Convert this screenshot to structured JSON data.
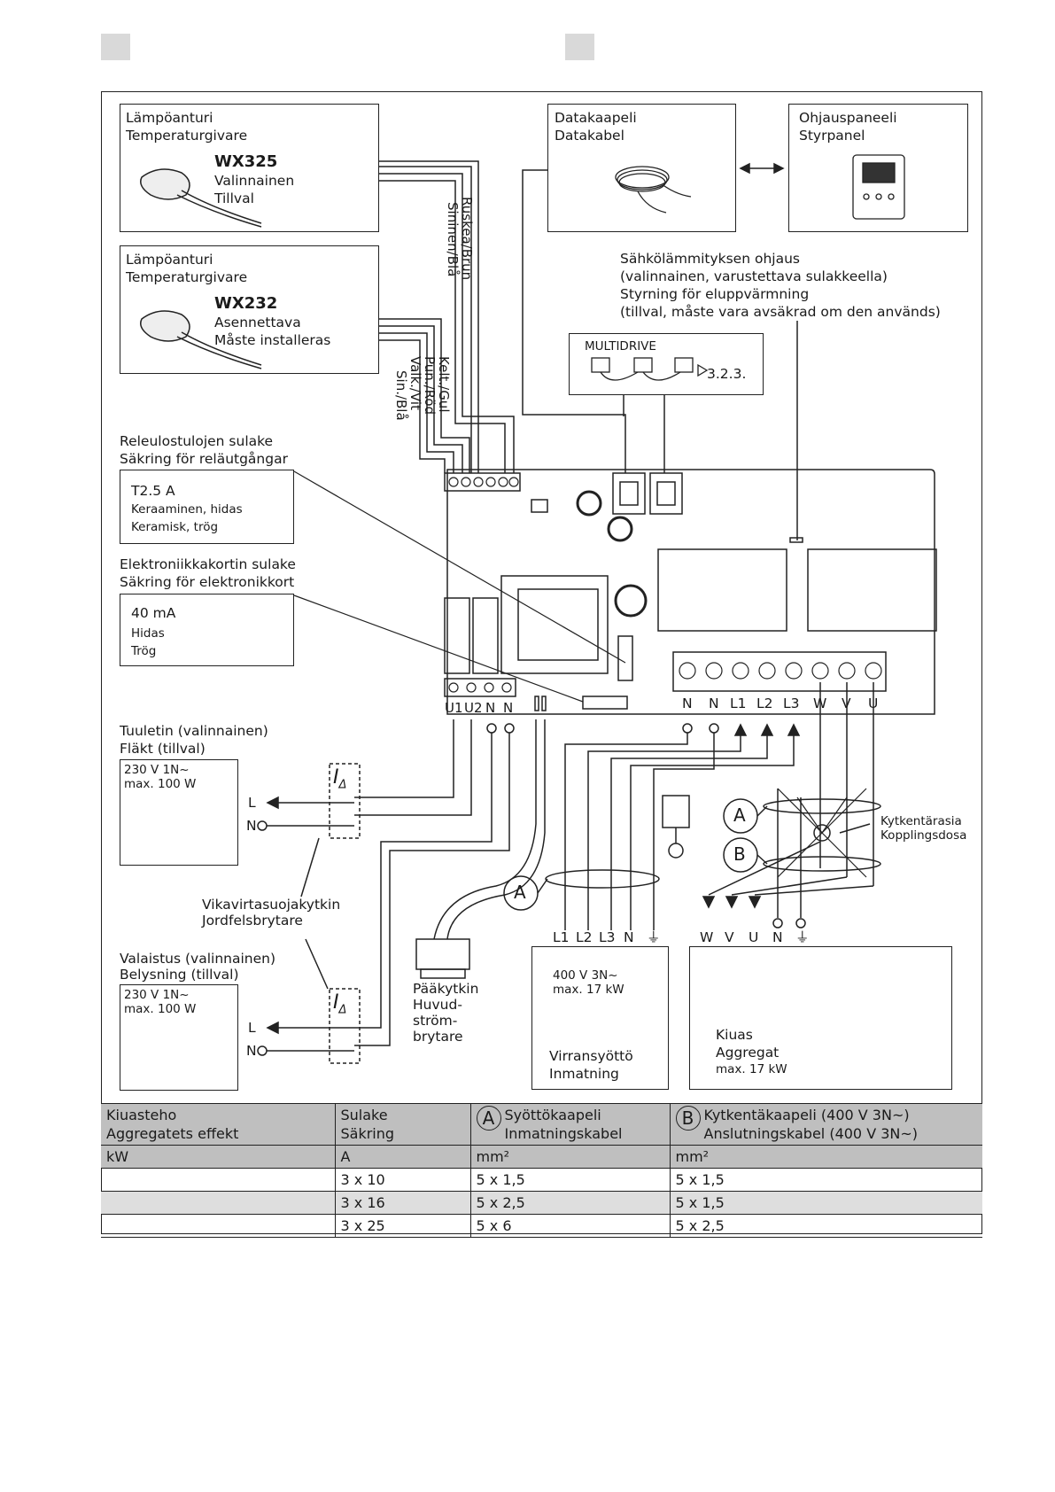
{
  "sensor1": {
    "title1": "Lämpöanturi",
    "title2": "Temperaturgivare",
    "model": "WX325",
    "opt1": "Valinnainen",
    "opt2": "Tillval"
  },
  "sensor2": {
    "title1": "Lämpöanturi",
    "title2": "Temperaturgivare",
    "model": "WX232",
    "opt1": "Asennettava",
    "opt2": "Måste installeras"
  },
  "datacable": {
    "l1": "Datakaapeli",
    "l2": "Datakabel"
  },
  "panel": {
    "l1": "Ohjauspaneeli",
    "l2": "Styrpanel"
  },
  "heating_control": {
    "l1": "Sähkölämmityksen ohjaus",
    "l2": "(valinnainen, varustettava sulakkeella)",
    "l3": "Styrning för eluppvärmning",
    "l4": "(tillval, måste vara avsäkrad om den används)"
  },
  "multidrive": {
    "label": "MULTIDRIVE",
    "ref": "3.2.3."
  },
  "wire_colors": {
    "brown": "Ruskea/Brun",
    "blue1": "Sininen/Blå",
    "yellow": "Kelt./Gul",
    "red": "Pun./Röd",
    "white": "Valk./Vit",
    "blue2": "Sin./Blå"
  },
  "relay_fuse": {
    "l1": "Releulostulojen sulake",
    "l2": "Säkring för reläutgångar",
    "rating": "T2.5 A",
    "d1": "Keraaminen, hidas",
    "d2": "Keramisk, trög"
  },
  "board_fuse": {
    "l1": "Elektroniikkakortin sulake",
    "l2": "Säkring för elektronikkort",
    "rating": "40 mA",
    "d1": "Hidas",
    "d2": "Trög"
  },
  "terminals_left": [
    "U1",
    "U2",
    "N",
    "N"
  ],
  "terminals_right": [
    "N",
    "N",
    "L1",
    "L2",
    "L3",
    "W",
    "V",
    "U"
  ],
  "fan": {
    "l1": "Tuuletin (valinnainen)",
    "l2": "Fläkt (tillval)",
    "spec1": "230 V 1N~",
    "spec2": "max. 100 W",
    "L": "L",
    "N": "N"
  },
  "rcd": {
    "l1": "Vikavirtasuojakytkin",
    "l2": "Jordfelsbrytare",
    "symbol": "I",
    "sub": "Δ"
  },
  "light": {
    "l1": "Valaistus (valinnainen)",
    "l2": "Belysning (tillval)",
    "spec1": "230 V 1N~",
    "spec2": "max. 100 W",
    "L": "L",
    "N": "N"
  },
  "main_switch": {
    "l1": "Pääkytkin",
    "l2": "Huvud-",
    "l3": "ström-",
    "l4": "brytare"
  },
  "junction": {
    "l1": "Kytkentärasia",
    "l2": "Kopplingsdosa"
  },
  "cable_labels": {
    "a": "A",
    "b": "B"
  },
  "supply": {
    "terms": [
      "L1",
      "L2",
      "L3",
      "N",
      "⏚"
    ],
    "spec1": "400 V 3N~",
    "spec2": "max. 17 kW",
    "l1": "Virransyöttö",
    "l2": "Inmatning"
  },
  "heater": {
    "terms": [
      "W",
      "V",
      "U",
      "N",
      "⏚"
    ],
    "l1": "Kiuas",
    "l2": "Aggregat",
    "l3": "max. 17 kW"
  },
  "table": {
    "h1a": "Kiuasteho",
    "h1b": "Aggregatets effekt",
    "u1": "kW",
    "h2a": "Sulake",
    "h2b": "Säkring",
    "u2": "A",
    "h3a": "Syöttökaapeli",
    "h3b": "Inmatningskabel",
    "u3": "mm²",
    "h4a": "Kytkentäkaapeli (400 V 3N~)",
    "h4b": "Anslutningskabel (400 V 3N~)",
    "u4": "mm²",
    "rows": [
      {
        "power": "",
        "fuse": "3 x 10",
        "supply": "5 x 1,5",
        "connect": "5 x 1,5"
      },
      {
        "power": "",
        "fuse": "3 x 16",
        "supply": "5 x 2,5",
        "connect": "5 x 1,5"
      },
      {
        "power": "",
        "fuse": "3 x 25",
        "supply": "5 x 6",
        "connect": "5 x 2,5"
      }
    ]
  }
}
